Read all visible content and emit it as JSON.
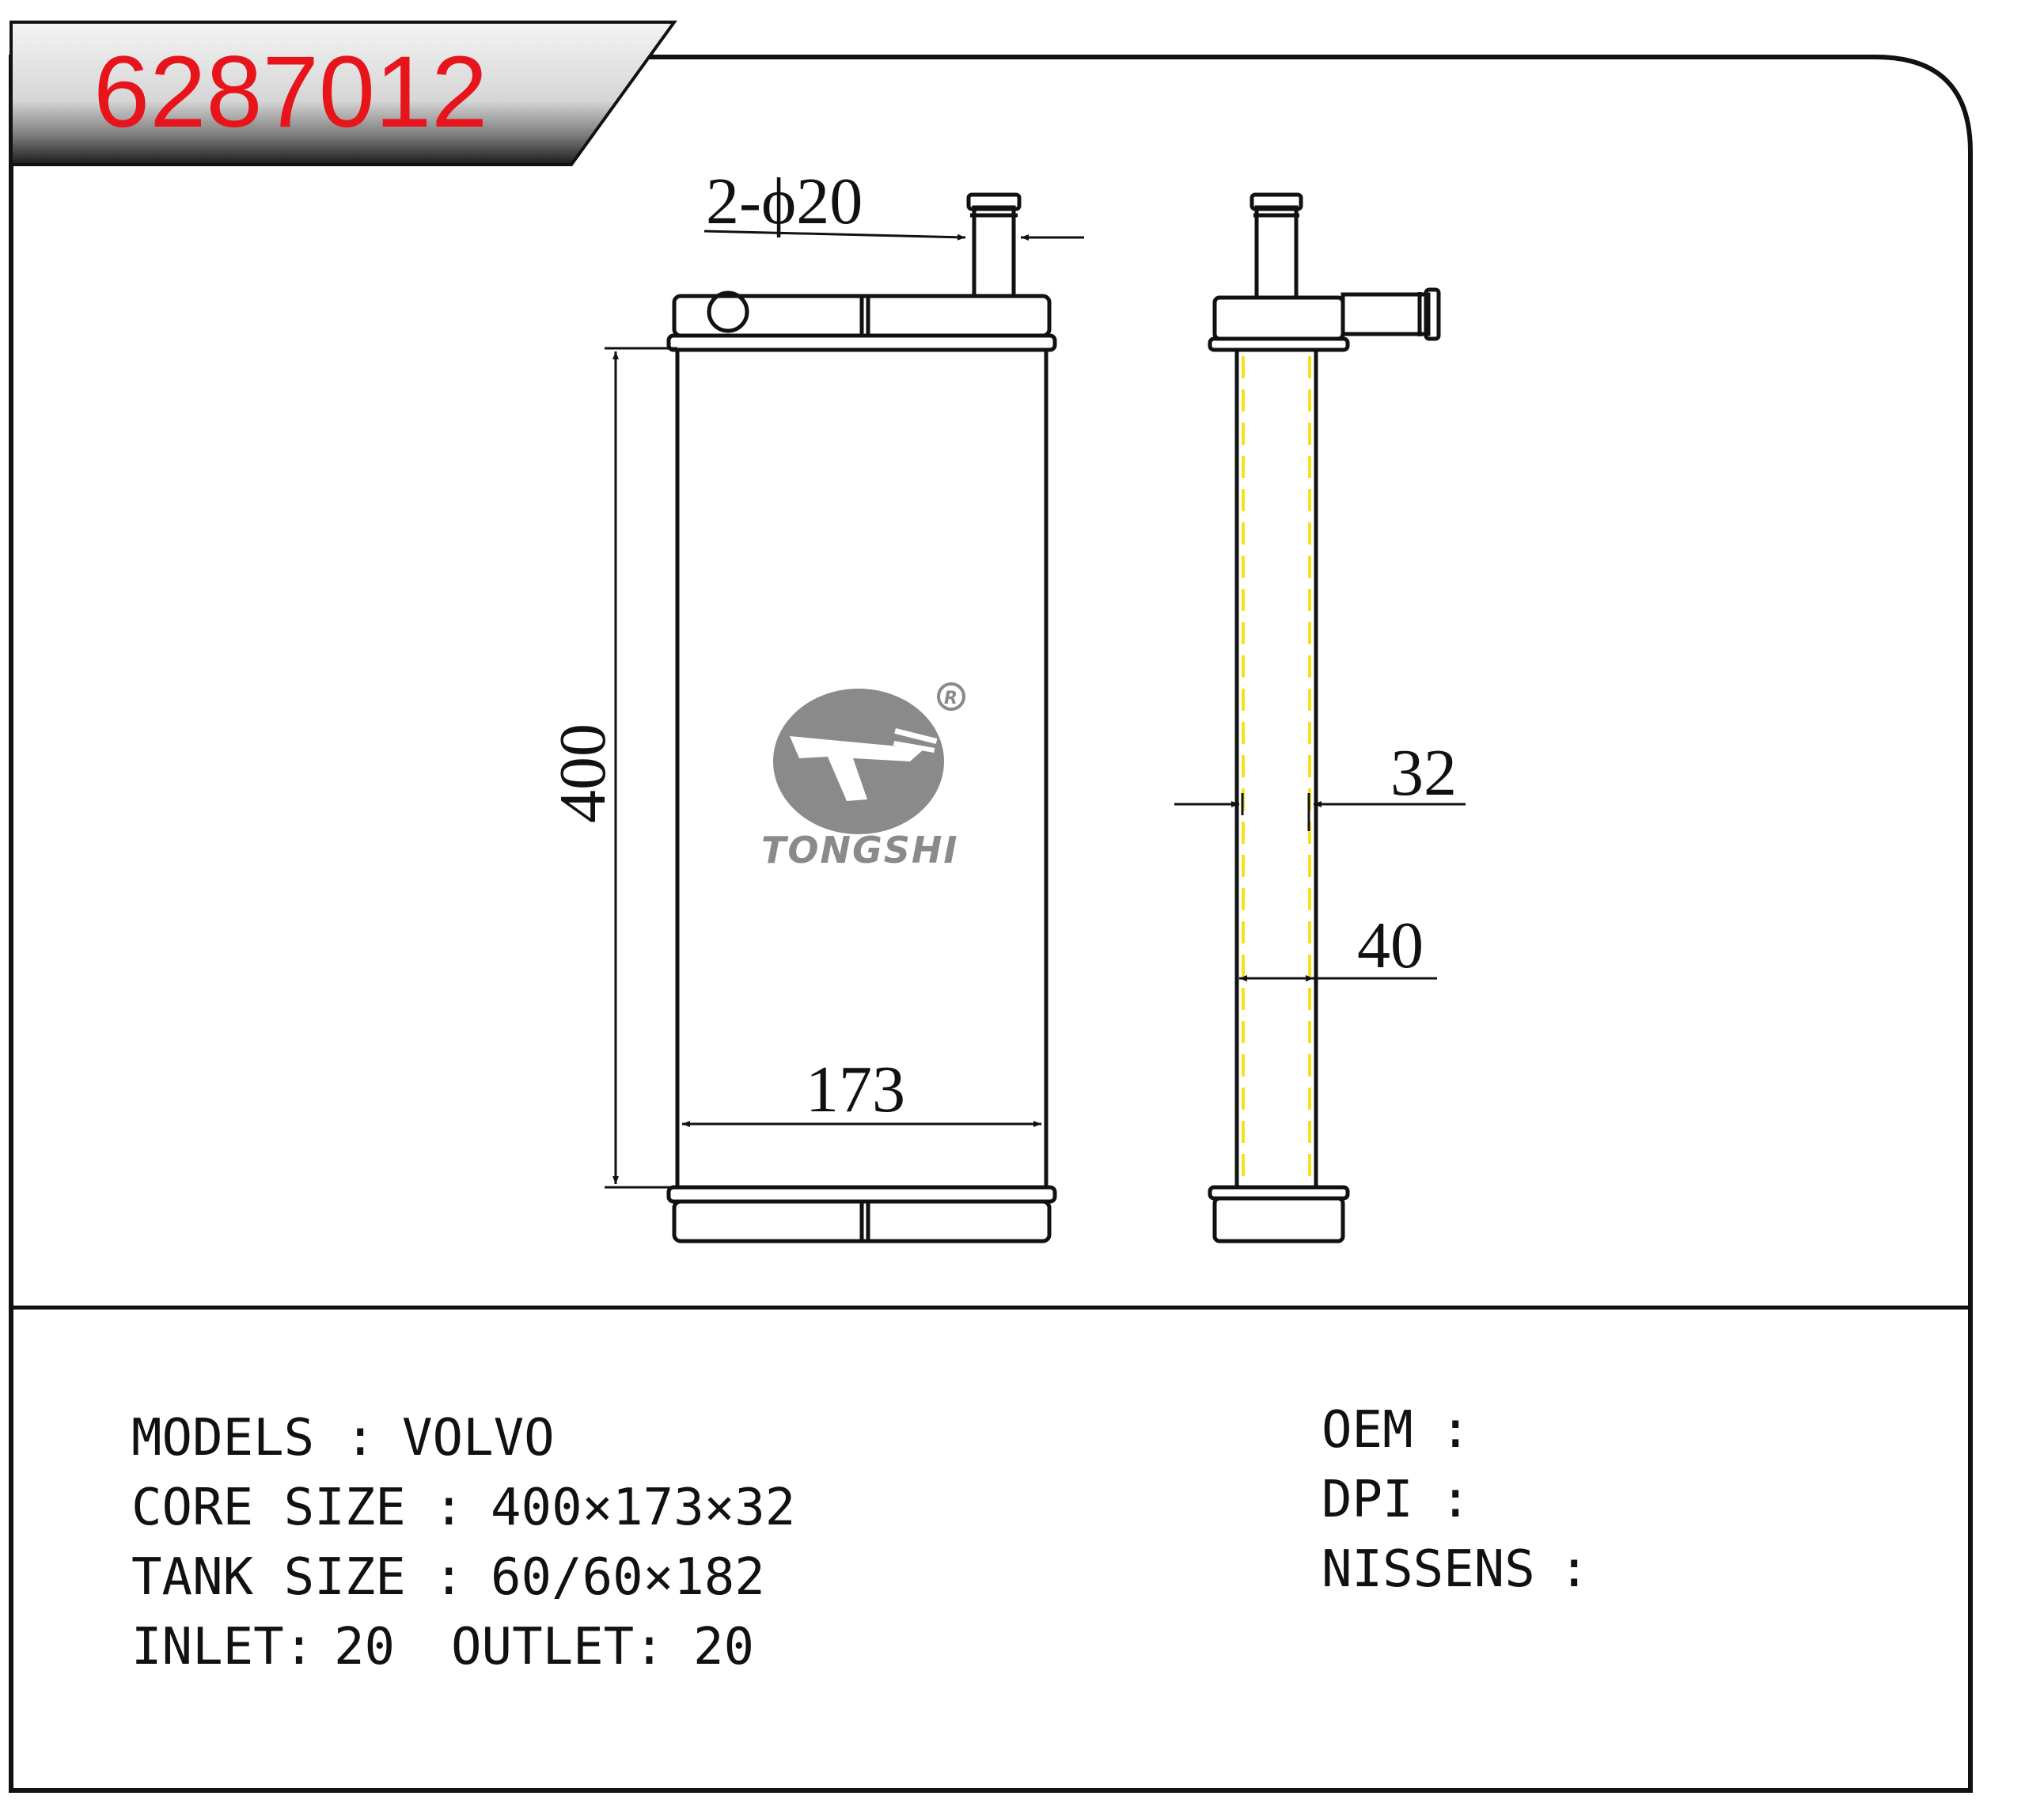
{
  "header": {
    "part_number": "6287012",
    "part_number_color": "#e8141b"
  },
  "logo": {
    "brand": "TONGSHI",
    "registered_mark": "R",
    "color": "#8a8a8a"
  },
  "dimensions": {
    "pipe_label": "2-ϕ20",
    "height_label": "400",
    "width_label": "173",
    "core_thickness_label": "32",
    "tank_thickness_label": "40"
  },
  "specs": {
    "models_label": "MODELS",
    "models_sep": ":",
    "models_value": "VOLVO",
    "core_size_label": "CORE SIZE",
    "core_size_sep": ":",
    "core_size_value": "400×173×32",
    "tank_size_label": "TANK SIZE",
    "tank_size_sep": ":",
    "tank_size_value": "60/60×182",
    "inlet_label": "INLET:",
    "inlet_value": "20",
    "outlet_label": "OUTLET:",
    "outlet_value": "20",
    "oem_label": "OEM",
    "oem_sep": ":",
    "dpi_label": "DPI",
    "dpi_sep": ":",
    "nissens_label": "NISSENS",
    "nissens_sep": ":"
  },
  "colors": {
    "line": "#111111",
    "fin_dash": "#f5e21a",
    "banner_dark": "#1a1a1a",
    "banner_light": "#f2f2f2"
  }
}
